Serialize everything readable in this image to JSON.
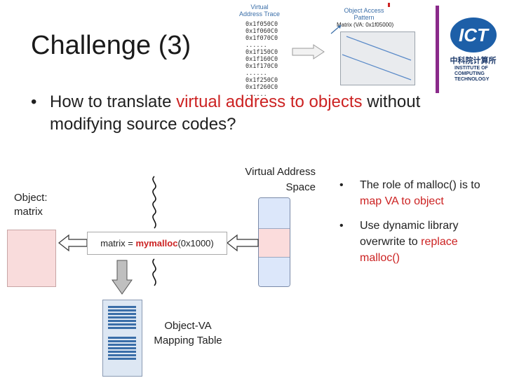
{
  "slide": {
    "title": "Challenge (3)",
    "bullet_main": {
      "text_start": "How to translate ",
      "text_red": "virtual address to objects",
      "text_end": " without modifying source codes?"
    }
  },
  "inset": {
    "trace_title_line1": "Virtual",
    "trace_title_line2": "Address Trace",
    "trace_addresses": [
      "0x1f050C0",
      "0x1f060C0",
      "0x1f070C0",
      "......",
      "0x1f150C0",
      "0x1f160C0",
      "0x1f170C0",
      "......",
      "0x1f250C0",
      "0x1f260C0",
      "......"
    ],
    "pattern_title_line1": "Object Access",
    "pattern_title_line2": "Pattern",
    "pattern_matrix_label": "Matrix (VA: 0x1f05000)"
  },
  "logo": {
    "text": "ICT",
    "cn_text": "中科院计算所",
    "en_line1": "INSTITUTE OF COMPUTING",
    "en_line2": "TECHNOLOGY",
    "color": "#1d5fa8",
    "bar_color": "#8a2a8a"
  },
  "diagram": {
    "object_label_line1": "Object:",
    "object_label_line2": "matrix",
    "vas_label_line1": "Virtual Address",
    "vas_label_line2": "Space",
    "malloc_prefix": "matrix = ",
    "malloc_fn": "mymalloc",
    "malloc_arg": "(0x1000)",
    "table_label_line1": "Object-VA",
    "table_label_line2": "Mapping Table",
    "colors": {
      "object_fill": "#f9dcdc",
      "vas_blue": "#dce7fa",
      "vas_pink": "#fbdcdc",
      "accent_red": "#cc2222"
    }
  },
  "side_bullets": [
    {
      "text_start": "The role of malloc() is to ",
      "text_red": "map VA to object",
      "text_end": ""
    },
    {
      "text_start": "Use dynamic library overwrite to ",
      "text_red": "replace malloc()",
      "text_end": ""
    }
  ]
}
